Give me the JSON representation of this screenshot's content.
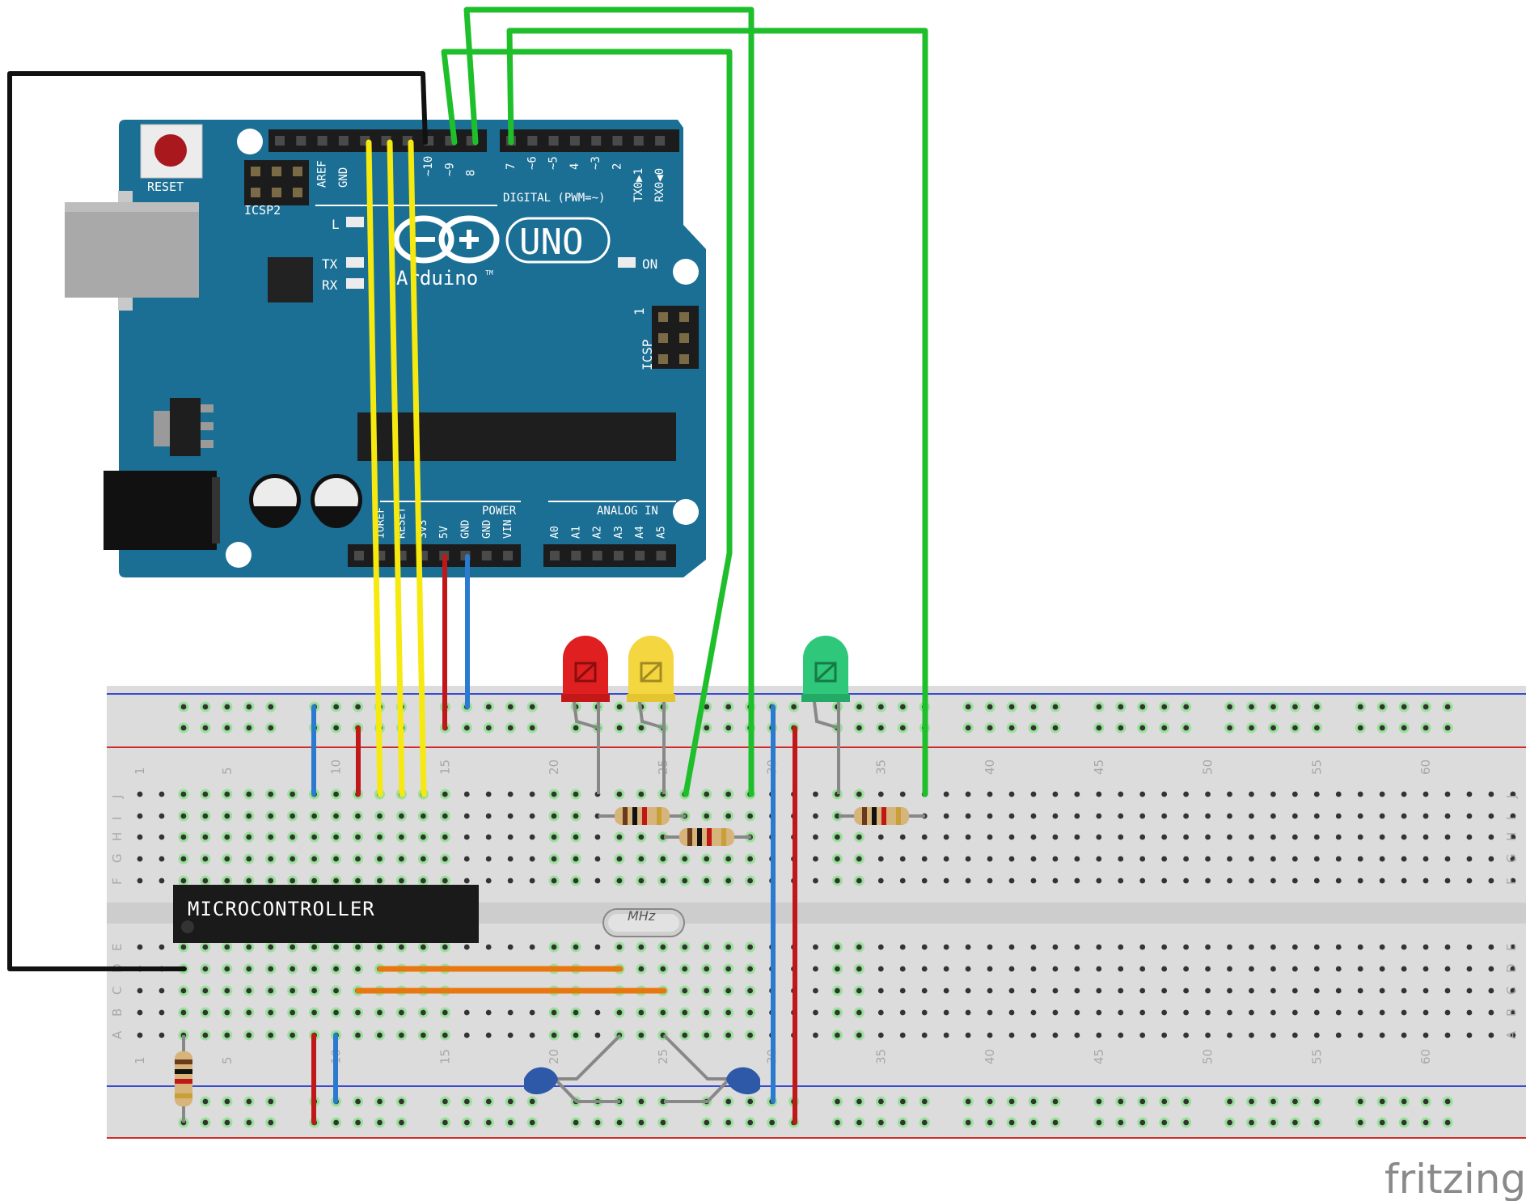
{
  "arduino": {
    "reset_label": "RESET",
    "icsp2_label": "ICSP2",
    "icsp_label": "ICSP",
    "icsp_pin1": "1",
    "l_label": "L",
    "tx_label": "TX",
    "rx_label": "RX",
    "on_label": "ON",
    "uno_label": "UNO",
    "arduino_label": "Arduino",
    "tm_label": "TM",
    "digital_label": "DIGITAL (PWM=~)",
    "power_label": "POWER",
    "analog_label": "ANALOG IN",
    "top_header_left": [
      "AREF",
      "GND",
      "~10",
      "~9",
      "8"
    ],
    "top_header_right": [
      "7",
      "~6",
      "~5",
      "4",
      "~3",
      "2",
      "TX0▶1",
      "RX0◀0"
    ],
    "power_pins": [
      "IOREF",
      "RESET",
      "3V3",
      "5V",
      "GND",
      "GND",
      "VIN"
    ],
    "analog_pins": [
      "A0",
      "A1",
      "A2",
      "A3",
      "A4",
      "A5"
    ]
  },
  "breadboard": {
    "column_numbers": [
      "1",
      "5",
      "10",
      "15",
      "20",
      "25",
      "30",
      "35",
      "40",
      "45",
      "50",
      "55",
      "60"
    ],
    "rows_top": [
      "J",
      "I",
      "H",
      "G",
      "F"
    ],
    "rows_bottom": [
      "E",
      "D",
      "C",
      "B",
      "A"
    ]
  },
  "chip_label": "MICROCONTROLLER",
  "crystal_label": "MHz",
  "brand": "fritzing",
  "colors": {
    "board": "#1b6f94",
    "breadboard": "#dcdcdc",
    "wire_yellow": "#f5e90f",
    "wire_green": "#1fbf2c",
    "wire_red": "#c01818",
    "wire_blue": "#2a7bd0",
    "wire_black": "#111111",
    "wire_orange": "#e8770f",
    "led_red": "#e02020",
    "led_yellow": "#f4d640",
    "led_green": "#2fc77a"
  }
}
